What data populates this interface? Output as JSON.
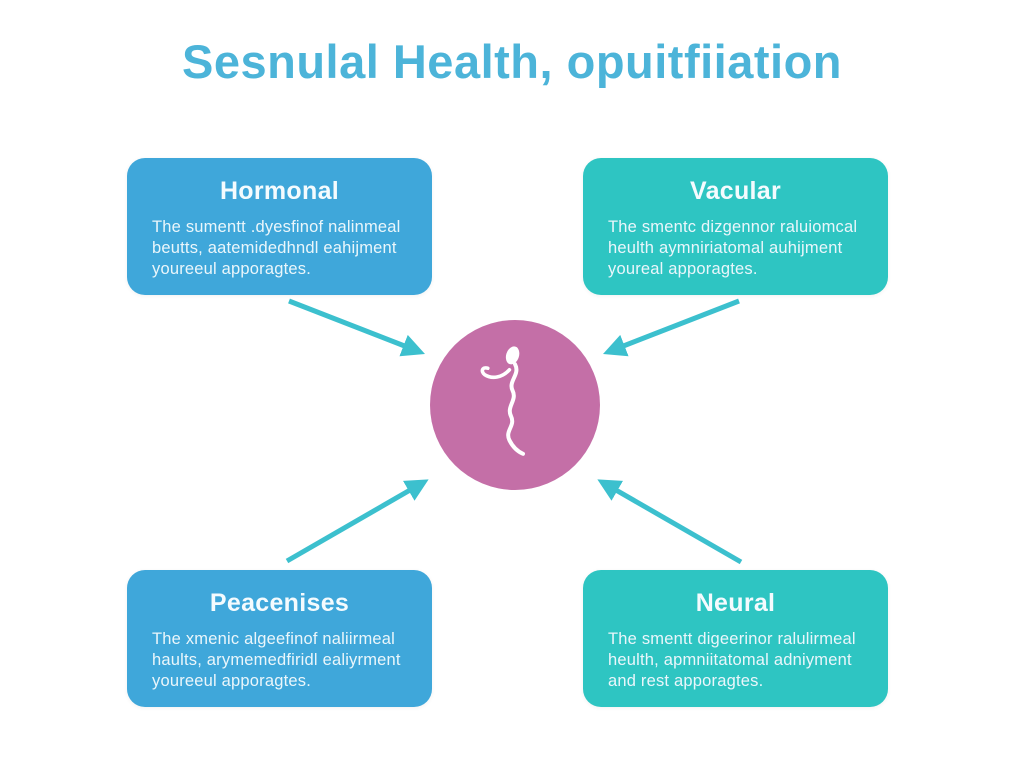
{
  "title": "Sesnulal Health, opuitfiiation",
  "colors": {
    "title": "#4cb4d9",
    "box_blue": "#3fa7da",
    "box_teal": "#2ec5c2",
    "circle": "#c46fa7",
    "arrow": "#3cc0ce",
    "box_text": "#eaf6fb"
  },
  "boxes": [
    {
      "title": "Hormonal",
      "body": "The sumentt .dyesfinof nalinmeal beutts, aatemidedhndl eahijment youreeul apporagtes.",
      "variant": "blue",
      "position": "top-left"
    },
    {
      "title": "Vacular",
      "body": "The smentc dizgennor raluiomcal heulth aymniriatomal auhijment youreal apporagtes.",
      "variant": "teal",
      "position": "top-right"
    },
    {
      "title": "Peacenises",
      "body": "The xmenic algeefinof naliirmeal haults, arymemedfiridl ealiyrment youreeul apporagtes.",
      "variant": "blue",
      "position": "bottom-left"
    },
    {
      "title": "Neural",
      "body": "The smentt digeerinor ralulirmeal heulth, apmniitatomal adniyment and rest apporagtes.",
      "variant": "teal",
      "position": "bottom-right"
    }
  ],
  "center": {
    "icon": "sperm-icon"
  },
  "connections": [
    {
      "from": "Hormonal",
      "to": "center"
    },
    {
      "from": "Vacular",
      "to": "center"
    },
    {
      "from": "Peacenises",
      "to": "center"
    },
    {
      "from": "Neural",
      "to": "center"
    }
  ]
}
